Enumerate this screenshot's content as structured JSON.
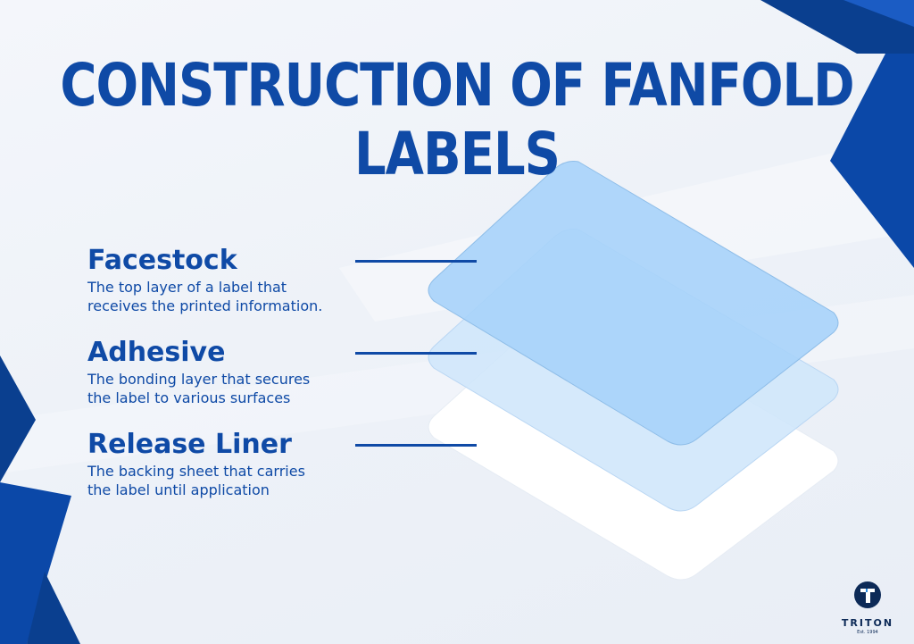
{
  "title": "CONSTRUCTION OF FANFOLD LABELS",
  "layers": [
    {
      "name": "Facestock",
      "description_line1": "The top layer of a label that",
      "description_line2": "receives the printed information."
    },
    {
      "name": "Adhesive",
      "description_line1": "The bonding layer that secures",
      "description_line2": "the label to various surfaces"
    },
    {
      "name": "Release Liner",
      "description_line1": "The backing sheet that carries",
      "description_line2": "the label until application"
    }
  ],
  "logo": {
    "word": "TRITON",
    "established": "Est. 1994"
  },
  "colors": {
    "brand_blue": "#0f4aa6",
    "dark_blue": "#0a3f8f",
    "facestock": "#b3dcfb",
    "adhesive": "#cfe6fb",
    "liner": "#ffffff"
  }
}
